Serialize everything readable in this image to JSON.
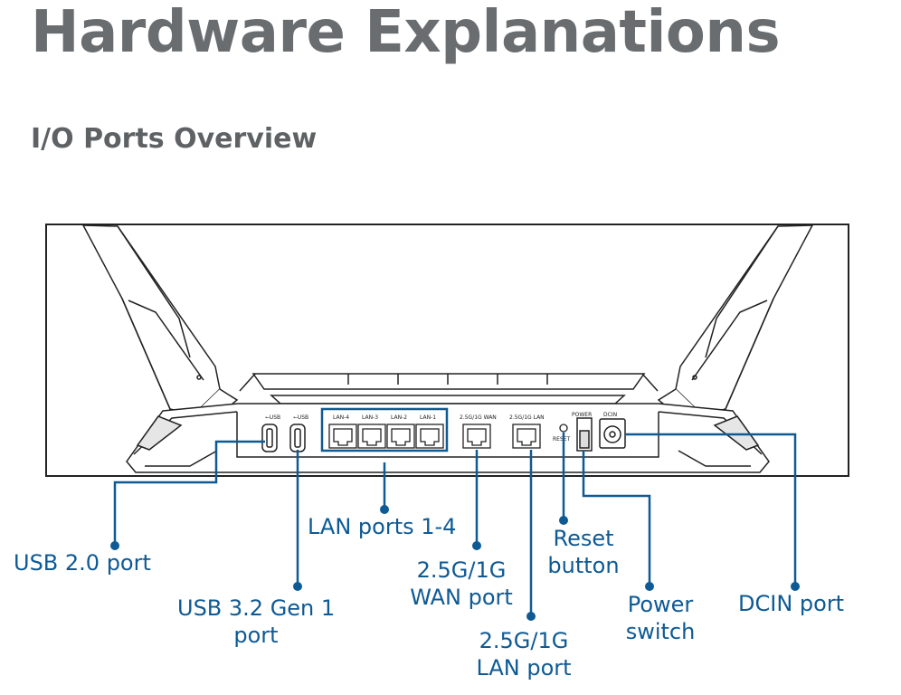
{
  "page": {
    "title": "Hardware Explanations",
    "subtitle": "I/O Ports Overview"
  },
  "device": {
    "port_silkscreen": {
      "usb2": "⭠USB",
      "usb3": "⭠USB",
      "lan4": "LAN-4",
      "lan3": "LAN-3",
      "lan2": "LAN-2",
      "lan1": "LAN-1",
      "wan": "2.5G/1G WAN",
      "lan25": "2.5G/1G LAN",
      "reset": "RESET",
      "power": "POWER",
      "dcin": "DCIN"
    }
  },
  "callouts": {
    "usb2": [
      "USB 2.0 port"
    ],
    "usb3": [
      "USB 3.2 Gen 1",
      "port"
    ],
    "lan_ports": [
      "LAN ports 1-4"
    ],
    "wan": [
      "2.5G/1G",
      "WAN port"
    ],
    "lan25": [
      "2.5G/1G",
      "LAN port"
    ],
    "reset": [
      "Reset",
      "button"
    ],
    "power": [
      "Power",
      "switch"
    ],
    "dcin": [
      "DCIN port"
    ]
  },
  "colors": {
    "callout": "#0e5a94",
    "title": "#6a6d6f",
    "outline": "#222222"
  }
}
